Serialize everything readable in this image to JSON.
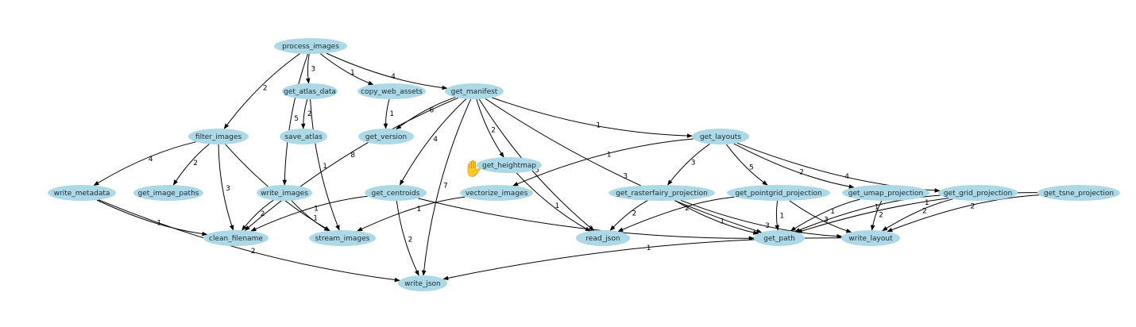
{
  "colors": {
    "node_fill": "#add8e6",
    "edge": "#000000",
    "text": "#000000"
  },
  "nodes": [
    {
      "id": "process_images",
      "label": "process_images"
    },
    {
      "id": "get_atlas_data",
      "label": "get_atlas_data"
    },
    {
      "id": "copy_web_assets",
      "label": "copy_web_assets"
    },
    {
      "id": "get_manifest",
      "label": "get_manifest"
    },
    {
      "id": "filter_images",
      "label": "filter_images"
    },
    {
      "id": "save_atlas",
      "label": "save_atlas"
    },
    {
      "id": "get_version",
      "label": "get_version"
    },
    {
      "id": "get_layouts",
      "label": "get_layouts"
    },
    {
      "id": "get_heightmap",
      "label": "get_heightmap"
    },
    {
      "id": "write_metadata",
      "label": "write_metadata"
    },
    {
      "id": "get_image_paths",
      "label": "get_image_paths"
    },
    {
      "id": "write_images",
      "label": "write_images"
    },
    {
      "id": "get_centroids",
      "label": "get_centroids"
    },
    {
      "id": "vectorize_images",
      "label": "vectorize_images"
    },
    {
      "id": "get_rasterfairy_projection",
      "label": "get_rasterfairy_projection"
    },
    {
      "id": "get_pointgrid_projection",
      "label": "get_pointgrid_projection"
    },
    {
      "id": "get_umap_projection",
      "label": "get_umap_projection"
    },
    {
      "id": "get_grid_projection",
      "label": "get_grid_projection"
    },
    {
      "id": "get_tsne_projection",
      "label": "get_tsne_projection"
    },
    {
      "id": "clean_filename",
      "label": "clean_filename"
    },
    {
      "id": "stream_images",
      "label": "stream_images"
    },
    {
      "id": "read_json",
      "label": "read_json"
    },
    {
      "id": "get_path",
      "label": "get_path"
    },
    {
      "id": "write_layout",
      "label": "write_layout"
    },
    {
      "id": "write_json",
      "label": "write_json"
    }
  ],
  "edges": [
    {
      "from": "process_images",
      "to": "get_atlas_data",
      "label": "3"
    },
    {
      "from": "process_images",
      "to": "copy_web_assets",
      "label": "1"
    },
    {
      "from": "process_images",
      "to": "get_manifest",
      "label": "4"
    },
    {
      "from": "process_images",
      "to": "filter_images",
      "label": "2"
    },
    {
      "from": "process_images",
      "to": "write_images",
      "label": "5"
    },
    {
      "from": "get_atlas_data",
      "to": "save_atlas",
      "label": "2"
    },
    {
      "from": "get_atlas_data",
      "to": "stream_images",
      "label": "1"
    },
    {
      "from": "copy_web_assets",
      "to": "get_version",
      "label": "1"
    },
    {
      "from": "get_manifest",
      "to": "get_version",
      "label": "6"
    },
    {
      "from": "get_manifest",
      "to": "get_layouts",
      "label": "1"
    },
    {
      "from": "get_manifest",
      "to": "get_heightmap",
      "label": "2"
    },
    {
      "from": "get_manifest",
      "to": "get_centroids",
      "label": "4"
    },
    {
      "from": "get_manifest",
      "to": "clean_filename",
      "label": "8"
    },
    {
      "from": "get_manifest",
      "to": "write_json",
      "label": "7"
    },
    {
      "from": "get_manifest",
      "to": "read_json",
      "label": "5"
    },
    {
      "from": "get_manifest",
      "to": "get_path",
      "label": "3"
    },
    {
      "from": "filter_images",
      "to": "write_metadata",
      "label": "4"
    },
    {
      "from": "filter_images",
      "to": "get_image_paths",
      "label": "2"
    },
    {
      "from": "filter_images",
      "to": "clean_filename",
      "label": "3"
    },
    {
      "from": "filter_images",
      "to": "stream_images",
      "label": "1"
    },
    {
      "from": "get_layouts",
      "to": "vectorize_images",
      "label": "1"
    },
    {
      "from": "get_layouts",
      "to": "get_rasterfairy_projection",
      "label": "3"
    },
    {
      "from": "get_layouts",
      "to": "get_pointgrid_projection",
      "label": "5"
    },
    {
      "from": "get_layouts",
      "to": "get_umap_projection",
      "label": "2"
    },
    {
      "from": "get_layouts",
      "to": "get_grid_projection",
      "label": "4"
    },
    {
      "from": "get_heightmap",
      "to": "read_json",
      "label": "1"
    },
    {
      "from": "write_metadata",
      "to": "clean_filename",
      "label": "1"
    },
    {
      "from": "write_metadata",
      "to": "write_json",
      "label": "2"
    },
    {
      "from": "write_images",
      "to": "clean_filename",
      "label": "2"
    },
    {
      "from": "write_images",
      "to": "stream_images",
      "label": "1"
    },
    {
      "from": "get_centroids",
      "to": "clean_filename",
      "label": "1"
    },
    {
      "from": "get_centroids",
      "to": "write_json",
      "label": "2"
    },
    {
      "from": "get_centroids",
      "to": "get_path",
      "label": "3"
    },
    {
      "from": "vectorize_images",
      "to": "stream_images",
      "label": "1"
    },
    {
      "from": "get_rasterfairy_projection",
      "to": "read_json",
      "label": "2"
    },
    {
      "from": "get_rasterfairy_projection",
      "to": "get_path",
      "label": "1"
    },
    {
      "from": "get_rasterfairy_projection",
      "to": "write_layout",
      "label": "3"
    },
    {
      "from": "get_pointgrid_projection",
      "to": "read_json",
      "label": "2"
    },
    {
      "from": "get_pointgrid_projection",
      "to": "get_path",
      "label": "1"
    },
    {
      "from": "get_pointgrid_projection",
      "to": "write_layout",
      "label": "3"
    },
    {
      "from": "get_umap_projection",
      "to": "get_path",
      "label": "1"
    },
    {
      "from": "get_umap_projection",
      "to": "write_layout",
      "label": "2"
    },
    {
      "from": "get_grid_projection",
      "to": "get_path",
      "label": "1"
    },
    {
      "from": "get_grid_projection",
      "to": "write_layout",
      "label": "2"
    },
    {
      "from": "get_tsne_projection",
      "to": "get_path",
      "label": "1"
    },
    {
      "from": "get_tsne_projection",
      "to": "write_layout",
      "label": "2"
    },
    {
      "from": "write_layout",
      "to": "write_json",
      "label": "1"
    }
  ],
  "cursor": {
    "icon": "hand-cursor-icon",
    "glyph": "✋"
  }
}
